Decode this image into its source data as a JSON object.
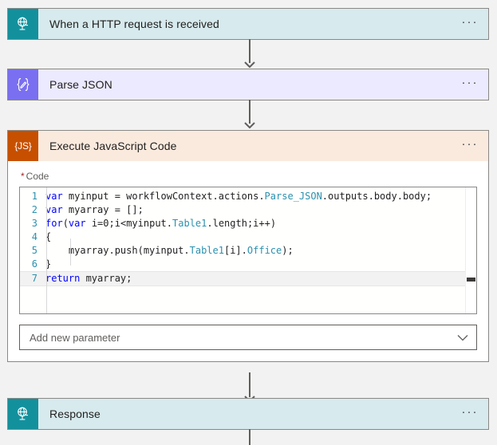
{
  "canvas": {
    "background": "#f2f2f2",
    "connector_color": "#605e5c"
  },
  "ellipsis_label": "···",
  "cards": [
    {
      "id": "http-trigger",
      "title": "When a HTTP request is received",
      "icon_name": "globe-request-icon",
      "icon_glyph": "⊕",
      "icon_bg": "#12919d",
      "header_bg": "#d7eaed"
    },
    {
      "id": "parse-json",
      "title": "Parse JSON",
      "icon_name": "data-operation-icon",
      "icon_glyph": "{✐}",
      "icon_bg": "#7a6ff0",
      "header_bg": "#eceaff"
    },
    {
      "id": "execute-javascript-code",
      "title": "Execute JavaScript Code",
      "icon_name": "javascript-icon",
      "icon_glyph": "{JS}",
      "icon_bg": "#c75000",
      "header_bg": "#faeade"
    },
    {
      "id": "response",
      "title": "Response",
      "icon_name": "globe-response-icon",
      "icon_glyph": "⊕",
      "icon_bg": "#12919d",
      "header_bg": "#d7eaed"
    }
  ],
  "javascript_card": {
    "code_label": "Code",
    "required_marker": "*",
    "add_parameter_placeholder": "Add new parameter",
    "chevron_icon": "chevron-down-icon",
    "code_lines": [
      {
        "n": "1",
        "tokens": [
          {
            "t": "var ",
            "c": "kw"
          },
          {
            "t": "myinput = workflowContext.actions.",
            "c": "pl"
          },
          {
            "t": "Parse_JSON",
            "c": "type"
          },
          {
            "t": ".outputs.body.body;",
            "c": "pl"
          }
        ]
      },
      {
        "n": "2",
        "tokens": [
          {
            "t": "var ",
            "c": "kw"
          },
          {
            "t": "myarray = [];",
            "c": "pl"
          }
        ]
      },
      {
        "n": "3",
        "tokens": [
          {
            "t": "for",
            "c": "kw"
          },
          {
            "t": "(",
            "c": "pl"
          },
          {
            "t": "var",
            "c": "kw"
          },
          {
            "t": " i=",
            "c": "pl"
          },
          {
            "t": "0",
            "c": "num"
          },
          {
            "t": ";i<myinput.",
            "c": "pl"
          },
          {
            "t": "Table1",
            "c": "type"
          },
          {
            "t": ".length;i++)",
            "c": "pl"
          }
        ]
      },
      {
        "n": "4",
        "tokens": [
          {
            "t": "{",
            "c": "pl"
          }
        ]
      },
      {
        "n": "5",
        "tokens": [
          {
            "t": "    myarray.push(myinput.",
            "c": "pl"
          },
          {
            "t": "Table1",
            "c": "type"
          },
          {
            "t": "[i].",
            "c": "pl"
          },
          {
            "t": "Office",
            "c": "type"
          },
          {
            "t": ");",
            "c": "pl"
          }
        ]
      },
      {
        "n": "6",
        "tokens": [
          {
            "t": "}",
            "c": "pl"
          }
        ]
      },
      {
        "n": "7",
        "active": true,
        "tokens": [
          {
            "t": "return",
            "c": "kw"
          },
          {
            "t": " myarray;",
            "c": "pl"
          }
        ]
      }
    ]
  }
}
